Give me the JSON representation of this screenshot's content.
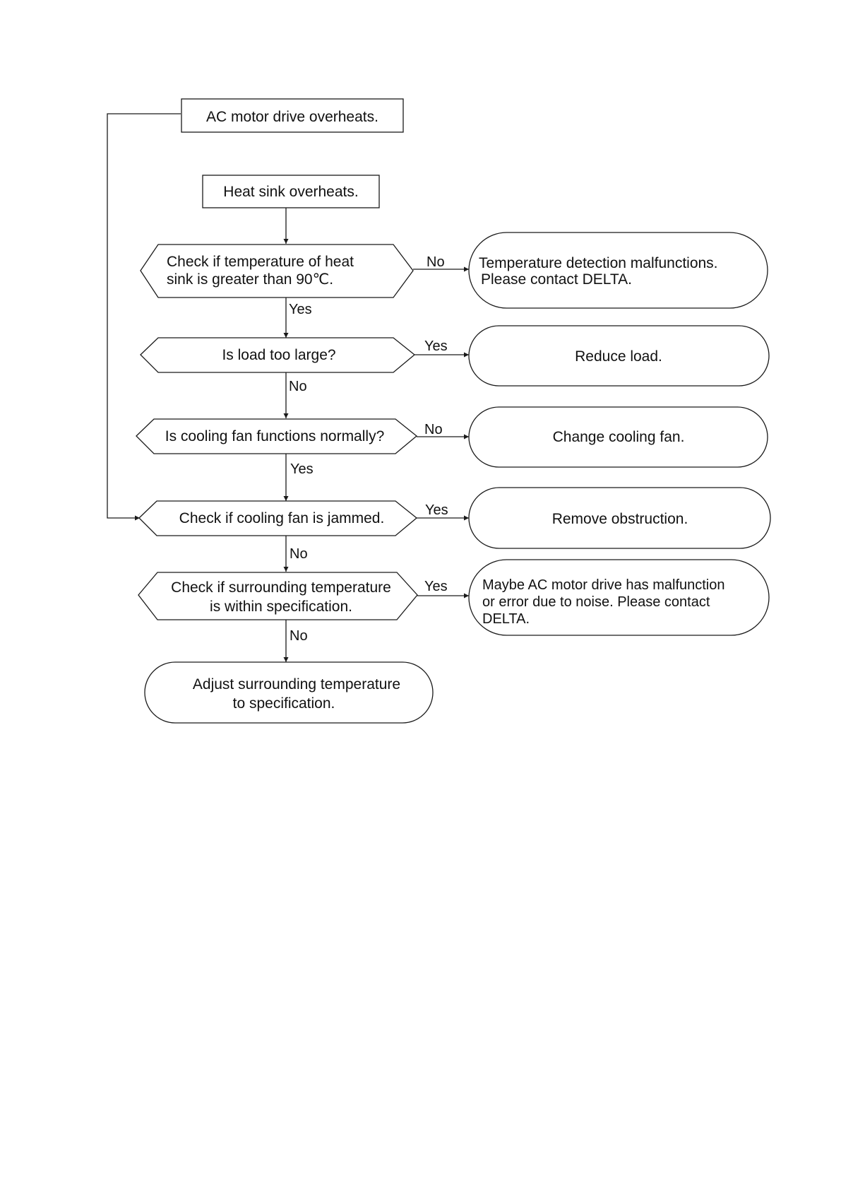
{
  "start": {
    "text": "AC motor drive overheats."
  },
  "heat_sink": {
    "text": "Heat sink overheats."
  },
  "decisions": {
    "temp_check": {
      "line1": "Check if temperature of heat",
      "line2": "sink is greater than 90℃."
    },
    "load": {
      "text": "Is load too large?"
    },
    "fan_normal": {
      "text": "Is cooling fan functions normally?"
    },
    "fan_jammed": {
      "text": "Check if cooling fan is jammed."
    },
    "surrounding": {
      "line1": "Check if surrounding temperature",
      "line2": "is within specification."
    }
  },
  "outcomes": {
    "detection": {
      "line1": "Temperature detection malfunctions.",
      "line2": "Please contact  DELTA."
    },
    "reduce_load": {
      "text": "Reduce load."
    },
    "change_fan": {
      "text": "Change cooling fan."
    },
    "remove_obstruction": {
      "text": "Remove obstruction."
    },
    "noise": {
      "line1": "Maybe AC motor drive has malfunction",
      "line2": "or error due to noise. Please contact",
      "line3": "DELTA."
    },
    "adjust": {
      "line1": "Adjust surrounding temperature",
      "line2": "to specification."
    }
  },
  "edge_labels": {
    "temp_no": "No",
    "temp_yes": "Yes",
    "load_yes": "Yes",
    "load_no": "No",
    "fan_normal_no": "No",
    "fan_normal_yes": "Yes",
    "jammed_yes": "Yes",
    "jammed_no": "No",
    "surrounding_yes": "Yes",
    "surrounding_no": "No"
  },
  "colors": {
    "line": "#1a1a1a",
    "text": "#111111",
    "background": "#ffffff"
  }
}
